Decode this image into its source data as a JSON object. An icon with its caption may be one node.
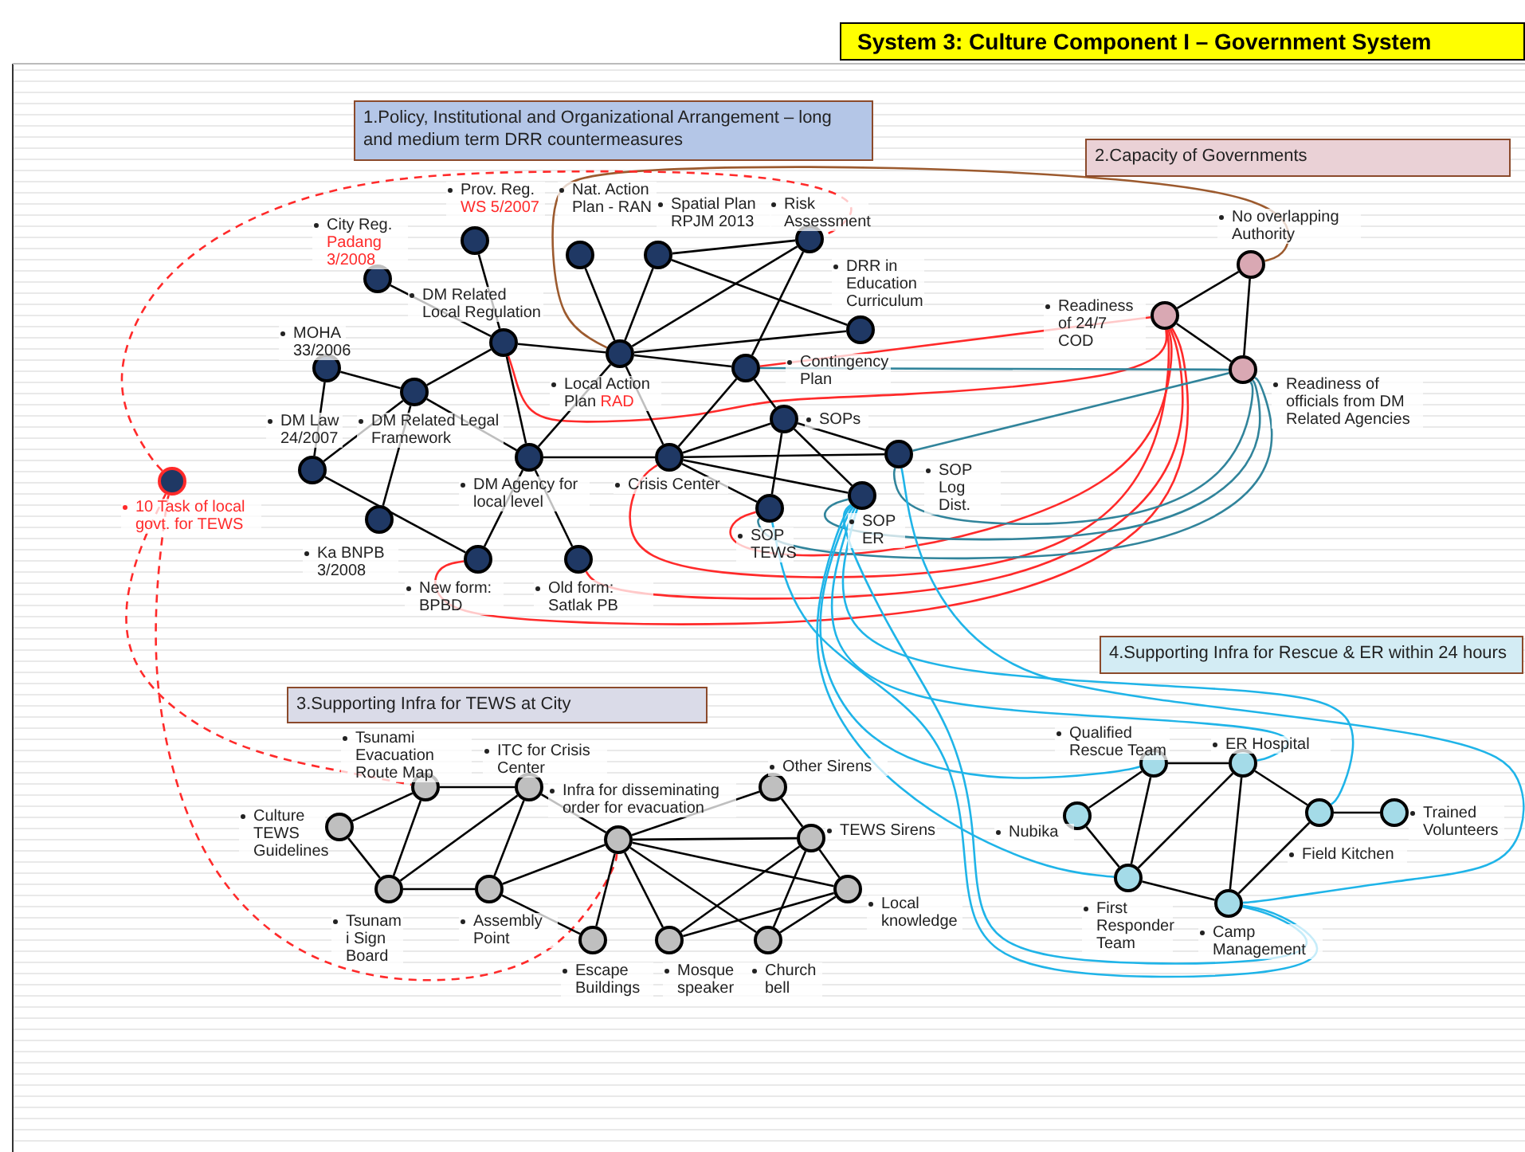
{
  "diagram": {
    "title": "System 3: Culture Component I – Government System",
    "nodes": [
      {
        "text": [
          "1.Policy, Institutional and Organizational Arrangement – long and medium term DRR countermeasures"
        ]
      },
      {
        "text": [
          "City Reg.",
          "Padang 3/2008"
        ]
      },
      {
        "text": [
          "Prov. Reg.",
          "WS 5/2007"
        ]
      },
      {
        "text": [
          "Nat. Action Plan - RAN"
        ]
      },
      {
        "text": [
          "Spatial Plan RPJM 2013"
        ]
      },
      {
        "text": [
          "Risk Assessment"
        ]
      },
      {
        "text": [
          "DRR in Education Curriculum"
        ]
      },
      {
        "text": [
          "DM Related Local Regulation"
        ]
      },
      {
        "text": [
          "MOHA 33/2006"
        ]
      },
      {
        "text": [
          "DM Related Legal Framework"
        ]
      },
      {
        "text": [
          "Local Action Plan",
          "RAD"
        ]
      },
      {
        "text": [
          "Contingency Plan"
        ]
      },
      {
        "text": [
          "DM Law 24/2007"
        ]
      },
      {
        "text": [
          "DM Agency for local level"
        ]
      },
      {
        "text": [
          "Crisis Center"
        ]
      },
      {
        "text": [
          "SOPs"
        ]
      },
      {
        "text": [
          "SOP Log Dist."
        ]
      },
      {
        "text": [
          "SOP ER"
        ]
      },
      {
        "text": [
          "SOP TEWS"
        ]
      },
      {
        "text": [
          "Ka BNPB 3/2008"
        ]
      },
      {
        "text": [
          "New form: BPBD"
        ]
      },
      {
        "text": [
          "Old form: Satlak PB"
        ]
      },
      {
        "text": [
          "2.Capacity of Governments"
        ]
      },
      {
        "text": [
          "No overlapping Authority"
        ]
      },
      {
        "text": [
          "Readiness of 24/7 COD"
        ]
      },
      {
        "text": [
          "Readiness of officials from DM Related Agencies"
        ]
      },
      {
        "text": [
          "10 Task of local govt. for TEWS"
        ]
      },
      {
        "text": [
          "3.Supporting Infra for TEWS at City"
        ]
      },
      {
        "text": [
          "Tsunami Evacuation Route Map"
        ]
      },
      {
        "text": [
          "ITC for Crisis Center"
        ]
      },
      {
        "text": [
          "Culture TEWS Guidelines"
        ]
      },
      {
        "text": [
          "Infra for disseminating order for evacuation"
        ]
      },
      {
        "text": [
          "Other Sirens"
        ]
      },
      {
        "text": [
          "TEWS Sirens"
        ]
      },
      {
        "text": [
          "Tsunam i Sign Board"
        ]
      },
      {
        "text": [
          "Assembly Point"
        ]
      },
      {
        "text": [
          "Local knowledge"
        ]
      },
      {
        "text": [
          "Escape Buildings"
        ]
      },
      {
        "text": [
          "Mosque speaker"
        ]
      },
      {
        "text": [
          "Church bell"
        ]
      },
      {
        "text": [
          "4.Supporting Infra for Rescue & ER within 24 hours"
        ]
      },
      {
        "text": [
          "Qualified Rescue Team"
        ]
      },
      {
        "text": [
          "ER Hospital"
        ]
      },
      {
        "text": [
          "Nubika"
        ]
      },
      {
        "text": [
          "Field Kitchen"
        ]
      },
      {
        "text": [
          "Trained Volunteers"
        ]
      },
      {
        "text": [
          "First Responder Team"
        ]
      },
      {
        "text": [
          "Camp Management"
        ]
      }
    ],
    "edges": [
      {
        "from": 10,
        "to": 23,
        "arrow": "none",
        "color": "#9c5a2e"
      },
      {
        "from": 26,
        "to": 5,
        "arrow": "none",
        "style": "dashed",
        "color": "#ff2a2a"
      },
      {
        "from": 26,
        "to": 28,
        "arrow": "none",
        "style": "dashed",
        "color": "#ff2a2a"
      },
      {
        "from": 26,
        "to": 31,
        "arrow": "none",
        "style": "dashed",
        "color": "#ff2a2a"
      },
      {
        "from": 11,
        "to": 24,
        "arrow": "none",
        "color": "#ff2a2a"
      },
      {
        "from": 7,
        "to": 24,
        "arrow": "none",
        "color": "#ff2a2a"
      },
      {
        "from": 14,
        "to": 24,
        "arrow": "none",
        "color": "#ff2a2a"
      },
      {
        "from": 18,
        "to": 24,
        "arrow": "none",
        "color": "#ff2a2a"
      },
      {
        "from": 21,
        "to": 24,
        "arrow": "none",
        "color": "#ff2a2a"
      },
      {
        "from": 20,
        "to": 24,
        "arrow": "none",
        "color": "#ff2a2a"
      },
      {
        "from": 11,
        "to": 25,
        "arrow": "none",
        "color": "#31849b"
      },
      {
        "from": 16,
        "to": 25,
        "arrow": "none",
        "color": "#31849b"
      },
      {
        "from": 16,
        "to": 25,
        "arrow": "none",
        "color": "#31849b"
      },
      {
        "from": 17,
        "to": 25,
        "arrow": "none",
        "color": "#31849b"
      },
      {
        "from": 18,
        "to": 25,
        "arrow": "none",
        "color": "#31849b"
      },
      {
        "from": 17,
        "to": 41,
        "arrow": "none",
        "color": "#1fb4e8"
      },
      {
        "from": 17,
        "to": 42,
        "arrow": "none",
        "color": "#1fb4e8"
      },
      {
        "from": 17,
        "to": 44,
        "arrow": "none",
        "color": "#1fb4e8"
      },
      {
        "from": 17,
        "to": 46,
        "arrow": "none",
        "color": "#1fb4e8"
      },
      {
        "from": 17,
        "to": 47,
        "arrow": "none",
        "color": "#1fb4e8"
      },
      {
        "from": 18,
        "to": 47,
        "arrow": "none",
        "color": "#1fb4e8"
      },
      {
        "from": 16,
        "to": 47,
        "arrow": "none",
        "color": "#1fb4e8"
      },
      {
        "from": 1,
        "to": 7,
        "arrow": "none"
      },
      {
        "from": 2,
        "to": 7,
        "arrow": "none"
      },
      {
        "from": 7,
        "to": 10,
        "arrow": "none"
      },
      {
        "from": 7,
        "to": 9,
        "arrow": "none"
      },
      {
        "from": 7,
        "to": 13,
        "arrow": "none"
      },
      {
        "from": 3,
        "to": 10,
        "arrow": "none"
      },
      {
        "from": 4,
        "to": 10,
        "arrow": "none"
      },
      {
        "from": 4,
        "to": 5,
        "arrow": "none"
      },
      {
        "from": 4,
        "to": 6,
        "arrow": "none"
      },
      {
        "from": 5,
        "to": 10,
        "arrow": "none"
      },
      {
        "from": 5,
        "to": 11,
        "arrow": "none"
      },
      {
        "from": 10,
        "to": 6,
        "arrow": "none"
      },
      {
        "from": 10,
        "to": 11,
        "arrow": "none"
      },
      {
        "from": 10,
        "to": 14,
        "arrow": "none"
      },
      {
        "from": 8,
        "to": 9,
        "arrow": "none"
      },
      {
        "from": 8,
        "to": 12,
        "arrow": "none"
      },
      {
        "from": 12,
        "to": 9,
        "arrow": "none"
      },
      {
        "from": 12,
        "to": 20,
        "arrow": "none"
      },
      {
        "from": 9,
        "to": 19,
        "arrow": "none"
      },
      {
        "from": 9,
        "to": 13,
        "arrow": "none"
      },
      {
        "from": 13,
        "to": 14,
        "arrow": "none"
      },
      {
        "from": 13,
        "to": 10,
        "arrow": "none"
      },
      {
        "from": 13,
        "to": 20,
        "arrow": "none"
      },
      {
        "from": 13,
        "to": 21,
        "arrow": "none"
      },
      {
        "from": 11,
        "to": 14,
        "arrow": "none"
      },
      {
        "from": 11,
        "to": 15,
        "arrow": "none"
      },
      {
        "from": 14,
        "to": 15,
        "arrow": "none"
      },
      {
        "from": 14,
        "to": 16,
        "arrow": "none"
      },
      {
        "from": 14,
        "to": 17,
        "arrow": "none"
      },
      {
        "from": 14,
        "to": 18,
        "arrow": "none"
      },
      {
        "from": 15,
        "to": 16,
        "arrow": "none"
      },
      {
        "from": 15,
        "to": 17,
        "arrow": "none"
      },
      {
        "from": 15,
        "to": 18,
        "arrow": "none"
      },
      {
        "from": 24,
        "to": 23,
        "arrow": "none"
      },
      {
        "from": 24,
        "to": 25,
        "arrow": "none"
      },
      {
        "from": 23,
        "to": 25,
        "arrow": "none"
      },
      {
        "from": 30,
        "to": 28,
        "arrow": "none"
      },
      {
        "from": 30,
        "to": 34,
        "arrow": "none"
      },
      {
        "from": 28,
        "to": 29,
        "arrow": "none"
      },
      {
        "from": 28,
        "to": 34,
        "arrow": "none"
      },
      {
        "from": 34,
        "to": 29,
        "arrow": "none"
      },
      {
        "from": 34,
        "to": 35,
        "arrow": "none"
      },
      {
        "from": 35,
        "to": 29,
        "arrow": "none"
      },
      {
        "from": 35,
        "to": 31,
        "arrow": "none"
      },
      {
        "from": 35,
        "to": 37,
        "arrow": "none"
      },
      {
        "from": 29,
        "to": 31,
        "arrow": "none"
      },
      {
        "from": 31,
        "to": 37,
        "arrow": "none"
      },
      {
        "from": 31,
        "to": 32,
        "arrow": "none"
      },
      {
        "from": 31,
        "to": 33,
        "arrow": "none"
      },
      {
        "from": 31,
        "to": 36,
        "arrow": "none"
      },
      {
        "from": 31,
        "to": 38,
        "arrow": "none"
      },
      {
        "from": 31,
        "to": 39,
        "arrow": "none"
      },
      {
        "from": 32,
        "to": 33,
        "arrow": "none"
      },
      {
        "from": 33,
        "to": 36,
        "arrow": "none"
      },
      {
        "from": 33,
        "to": 38,
        "arrow": "none"
      },
      {
        "from": 33,
        "to": 39,
        "arrow": "none"
      },
      {
        "from": 36,
        "to": 38,
        "arrow": "none"
      },
      {
        "from": 36,
        "to": 39,
        "arrow": "none"
      },
      {
        "from": 41,
        "to": 42,
        "arrow": "none"
      },
      {
        "from": 41,
        "to": 43,
        "arrow": "none"
      },
      {
        "from": 41,
        "to": 46,
        "arrow": "none"
      },
      {
        "from": 42,
        "to": 46,
        "arrow": "none"
      },
      {
        "from": 42,
        "to": 47,
        "arrow": "none"
      },
      {
        "from": 42,
        "to": 44,
        "arrow": "none"
      },
      {
        "from": 43,
        "to": 46,
        "arrow": "none"
      },
      {
        "from": 46,
        "to": 47,
        "arrow": "none"
      },
      {
        "from": 47,
        "to": 44,
        "arrow": "none"
      },
      {
        "from": 44,
        "to": 45,
        "arrow": "none"
      }
    ]
  }
}
